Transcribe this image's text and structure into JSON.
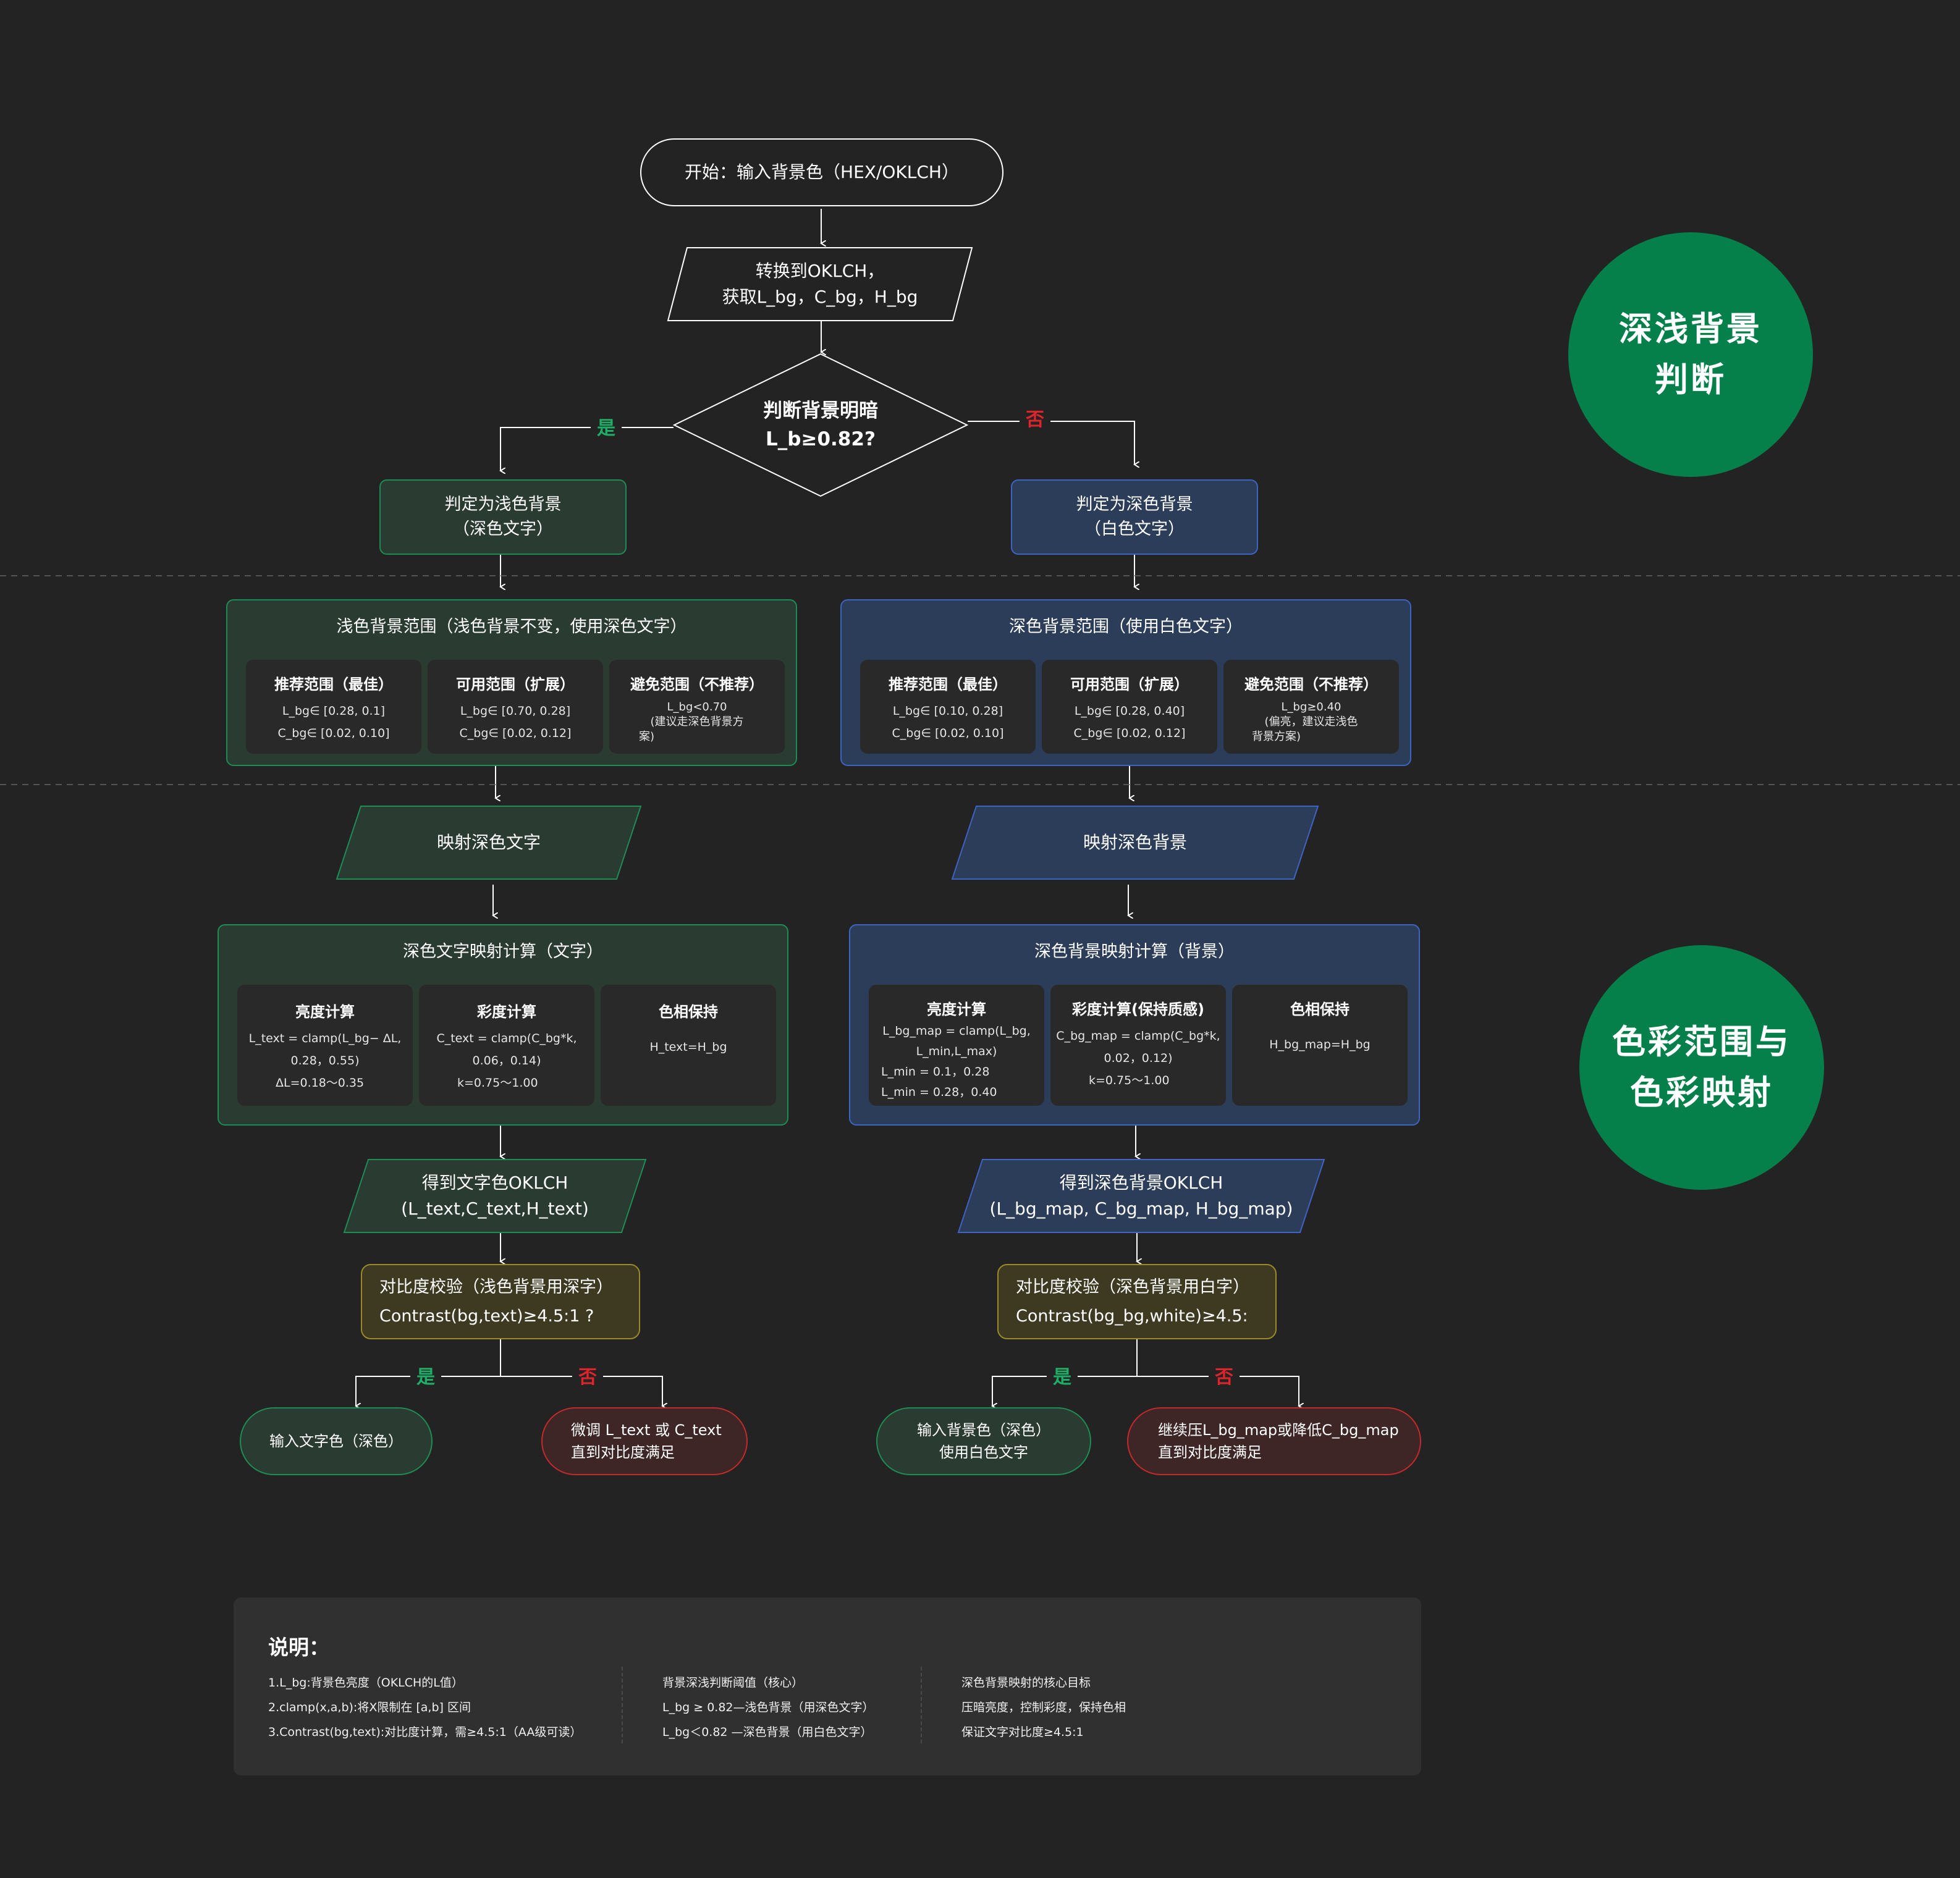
{
  "start": "开始：输入背景色（HEX/OKLCH）",
  "convert": [
    "转换到OKLCH，",
    "获取L_bg，C_bg，H_bg"
  ],
  "decision": [
    "判断背景明暗",
    "L_b≥0.82?"
  ],
  "yes_label": "是",
  "no_label": "否",
  "light_judge": [
    "判定为浅色背景",
    "（深色文字）"
  ],
  "dark_judge": [
    "判定为深色背景",
    "（白色文字）"
  ],
  "light_range": {
    "title": "浅色背景范围（浅色背景不变，使用深色文字）",
    "cards": [
      {
        "title": "推荐范围（最佳）",
        "lines": [
          "L_bg∈ [0.28, 0.1]",
          "C_bg∈ [0.02, 0.10]"
        ]
      },
      {
        "title": "可用范围（扩展）",
        "lines": [
          "L_bg∈ [0.70, 0.28]",
          "C_bg∈ [0.02, 0.12]"
        ]
      },
      {
        "title": "避免范围（不推荐）",
        "lines": [
          "L_bg<0.70",
          "(建议走深色背景方",
          "案)"
        ]
      }
    ]
  },
  "dark_range": {
    "title": "深色背景范围（使用白色文字）",
    "cards": [
      {
        "title": "推荐范围（最佳）",
        "lines": [
          "L_bg∈ [0.10, 0.28]",
          "C_bg∈ [0.02, 0.10]"
        ]
      },
      {
        "title": "可用范围（扩展）",
        "lines": [
          "L_bg∈ [0.28, 0.40]",
          "C_bg∈ [0.02, 0.12]"
        ]
      },
      {
        "title": "避免范围（不推荐）",
        "lines": [
          "L_bg≥0.40",
          "(偏亮，建议走浅色",
          "背景方案)"
        ]
      }
    ]
  },
  "map_text": "映射深色文字",
  "map_bg": "映射深色背景",
  "text_calc": {
    "title": "深色文字映射计算（文字）",
    "cards": [
      {
        "title": "亮度计算",
        "lines": [
          "L_text = clamp(L_bg− ΔL,",
          "0.28，0.55)",
          "ΔL=0.18～0.35"
        ]
      },
      {
        "title": "彩度计算",
        "lines": [
          "C_text = clamp(C_bg*k,",
          "0.06，0.14)",
          "k=0.75～1.00"
        ]
      },
      {
        "title": "色相保持",
        "lines": [
          "H_text=H_bg"
        ]
      }
    ]
  },
  "bg_calc": {
    "title": "深色背景映射计算（背景）",
    "cards": [
      {
        "title": "亮度计算",
        "lines": [
          "L_bg_map = clamp(L_bg,",
          "L_min,L_max)",
          "L_min = 0.1，0.28",
          "L_min = 0.28，0.40"
        ]
      },
      {
        "title": "彩度计算(保持质感)",
        "lines": [
          "C_bg_map = clamp(C_bg*k,",
          "0.02，0.12)",
          "k=0.75～1.00"
        ]
      },
      {
        "title": "色相保持",
        "lines": [
          "H_bg_map=H_bg"
        ]
      }
    ]
  },
  "text_result": [
    "得到文字色OKLCH",
    "(L_text,C_text,H_text)"
  ],
  "bg_result": [
    "得到深色背景OKLCH",
    "(L_bg_map, C_bg_map, H_bg_map)"
  ],
  "contrast_left": [
    "对比度校验（浅色背景用深字）",
    "Contrast(bg,text)≥4.5:1 ?"
  ],
  "contrast_right": [
    "对比度校验（深色背景用白字）",
    "Contrast(bg_bg,white)≥4.5:"
  ],
  "out_left_yes": "输入文字色（深色）",
  "out_left_no": [
    "微调 L_text 或 C_text",
    "直到对比度满足"
  ],
  "out_right_yes": [
    "输入背景色（深色）",
    "使用白色文字"
  ],
  "out_right_no": [
    "继续压L_bg_map或降低C_bg_map",
    "直到对比度满足"
  ],
  "circle_top": [
    "深浅背景",
    "判断"
  ],
  "circle_bottom": [
    "色彩范围与",
    "色彩映射"
  ],
  "notes": {
    "title": "说明：",
    "col1": [
      "1.L_bg:背景色亮度（OKLCH的L值）",
      "2.clamp(x,a,b):将X限制在 [a,b] 区间",
      "3.Contrast(bg,text):对比度计算，需≥4.5:1（AA级可读）"
    ],
    "col2": [
      "背景深浅判断阈值（核心）",
      "L_bg ≥ 0.82—浅色背景（用深色文字）",
      "L_bg＜0.82 —深色背景（用白色文字）"
    ],
    "col3": [
      "深色背景映射的核心目标",
      "压暗亮度，控制彩度，保持色相",
      "保证文字对比度≥4.5:1"
    ]
  },
  "colors": {
    "background": "#232323",
    "green_accent": "#05804a",
    "green_border": "#1e8c54",
    "blue_border": "#3e64c2",
    "yellow_border": "#9a8a2a",
    "red_border": "#c42a2a",
    "yes": "#1fae67",
    "no": "#e0242c"
  }
}
